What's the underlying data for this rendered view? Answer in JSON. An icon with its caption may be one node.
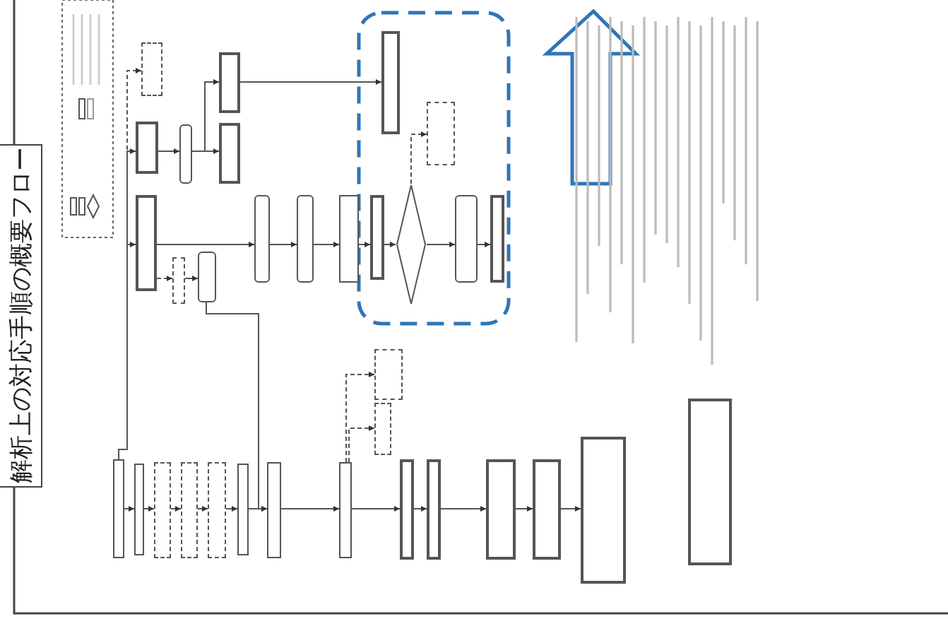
{
  "diagram": {
    "title": "解析上の対応手順の概要フロー",
    "nodes": [
      {
        "text": [],
        "shape": "box"
      },
      {
        "text": [],
        "shape": "box"
      },
      {
        "text": [],
        "shape": "box"
      },
      {
        "text": [],
        "shape": "box"
      },
      {
        "text": [],
        "shape": "box"
      },
      {
        "text": [],
        "shape": "box"
      },
      {
        "text": [],
        "shape": "box"
      },
      {
        "text": [],
        "shape": "box"
      },
      {
        "text": [],
        "shape": "box"
      },
      {
        "text": [],
        "shape": "box"
      },
      {
        "text": [],
        "shape": "box"
      },
      {
        "text": [],
        "shape": "box"
      },
      {
        "text": [],
        "shape": "box"
      },
      {
        "text": [],
        "shape": "box"
      },
      {
        "text": [],
        "shape": "box"
      },
      {
        "text": [],
        "shape": "box"
      },
      {
        "text": [],
        "shape": "box"
      },
      {
        "text": [],
        "shape": "box"
      },
      {
        "text": [],
        "shape": "box"
      },
      {
        "text": [],
        "shape": "box"
      },
      {
        "text": [],
        "shape": "diamond"
      },
      {
        "text": [],
        "shape": "box"
      },
      {
        "text": [],
        "shape": "box"
      },
      {
        "text": [],
        "shape": "box"
      },
      {
        "text": [],
        "shape": "box"
      },
      {
        "text": [],
        "shape": "box"
      },
      {
        "text": [],
        "shape": "box"
      },
      {
        "text": [],
        "shape": "box"
      },
      {
        "text": [],
        "shape": "box"
      },
      {
        "text": [],
        "shape": "box"
      },
      {
        "text": [],
        "shape": "box"
      },
      {
        "text": [],
        "shape": "box"
      },
      {
        "text": [],
        "shape": "box"
      }
    ],
    "edges": [
      {
        "from": 0,
        "to": 1,
        "arrow": "to"
      },
      {
        "from": 1,
        "to": 2,
        "arrow": "to"
      },
      {
        "from": 2,
        "to": 3,
        "arrow": "to"
      },
      {
        "from": 3,
        "to": 4,
        "arrow": "to"
      },
      {
        "from": 4,
        "to": 5,
        "arrow": "to"
      },
      {
        "from": 5,
        "to": 6,
        "arrow": "to"
      },
      {
        "from": 6,
        "to": 7,
        "arrow": "to"
      },
      {
        "from": 7,
        "to": 8,
        "arrow": "to"
      },
      {
        "from": 8,
        "to": 9,
        "arrow": "to"
      },
      {
        "from": 9,
        "to": 10,
        "arrow": "to"
      },
      {
        "from": 10,
        "to": 11,
        "arrow": "to"
      },
      {
        "from": 11,
        "to": 12,
        "arrow": "to"
      },
      {
        "from": 7,
        "to": 13,
        "arrow": "to",
        "style": "dashed"
      },
      {
        "from": 7,
        "to": 14,
        "arrow": "to",
        "style": "dashed"
      },
      {
        "from": 0,
        "to": 15,
        "arrow": "to"
      },
      {
        "from": 0,
        "to": 23,
        "arrow": "to"
      },
      {
        "from": 0,
        "to": 28,
        "arrow": "to",
        "style": "dashed"
      },
      {
        "from": 15,
        "to": 16,
        "arrow": "to"
      },
      {
        "from": 16,
        "to": 17,
        "arrow": "to"
      },
      {
        "from": 17,
        "to": 18,
        "arrow": "to"
      },
      {
        "from": 18,
        "to": 19,
        "arrow": "to"
      },
      {
        "from": 19,
        "to": 20,
        "arrow": "to"
      },
      {
        "from": 20,
        "to": 21,
        "arrow": "to"
      },
      {
        "from": 21,
        "to": 22,
        "arrow": "to"
      },
      {
        "from": 20,
        "to": 29,
        "arrow": "to",
        "style": "dashed"
      },
      {
        "from": 23,
        "to": 24,
        "arrow": "to"
      },
      {
        "from": 24,
        "to": 26,
        "arrow": "to"
      },
      {
        "from": 24,
        "to": 25,
        "arrow": "to"
      },
      {
        "from": 25,
        "to": 27,
        "arrow": "to"
      },
      {
        "from": 15,
        "to": 31,
        "arrow": "to",
        "style": "dashed"
      },
      {
        "from": 31,
        "to": 32,
        "arrow": "to"
      },
      {
        "from": 32,
        "to": 6,
        "arrow": "to"
      }
    ]
  }
}
